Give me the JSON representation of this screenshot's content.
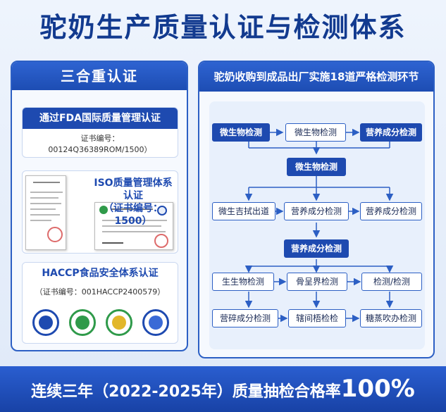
{
  "title": "驼奶生产质量认证与检测体系",
  "left_panel": {
    "heading": "三合重认证",
    "fda": {
      "heading": "通过FDA国际质量管理认证",
      "cert_label": "证书编号：",
      "cert_number": "00124Q36389ROM/1500）"
    },
    "iso": {
      "heading": "ISO质量管理体系认证",
      "cert": "（证书编号：1500）"
    },
    "haccp": {
      "heading": "HACCP食品安全体系认证",
      "cert": "（证书编号：001HACCP2400579）"
    }
  },
  "right_panel": {
    "heading": "驼奶收购到成品出厂实施18道严格检测环节",
    "flow": {
      "row1": [
        "微生物检测",
        "微生物检测",
        "营养成分检测"
      ],
      "center1": "微生物检测",
      "row2": [
        "微生吉拭出道",
        "营养成分检测",
        "营养成分检测"
      ],
      "center2": "营养成分检测",
      "row3": [
        "生生物检测",
        "骨呈界检测",
        "检测/检测"
      ],
      "row4": [
        "营碎成分检测",
        "辖间梧检检",
        "糖蒸吹办检测"
      ]
    }
  },
  "bottom": {
    "text": "连续三年（2022-2025年）质量抽检合格率",
    "rate": "100%"
  }
}
